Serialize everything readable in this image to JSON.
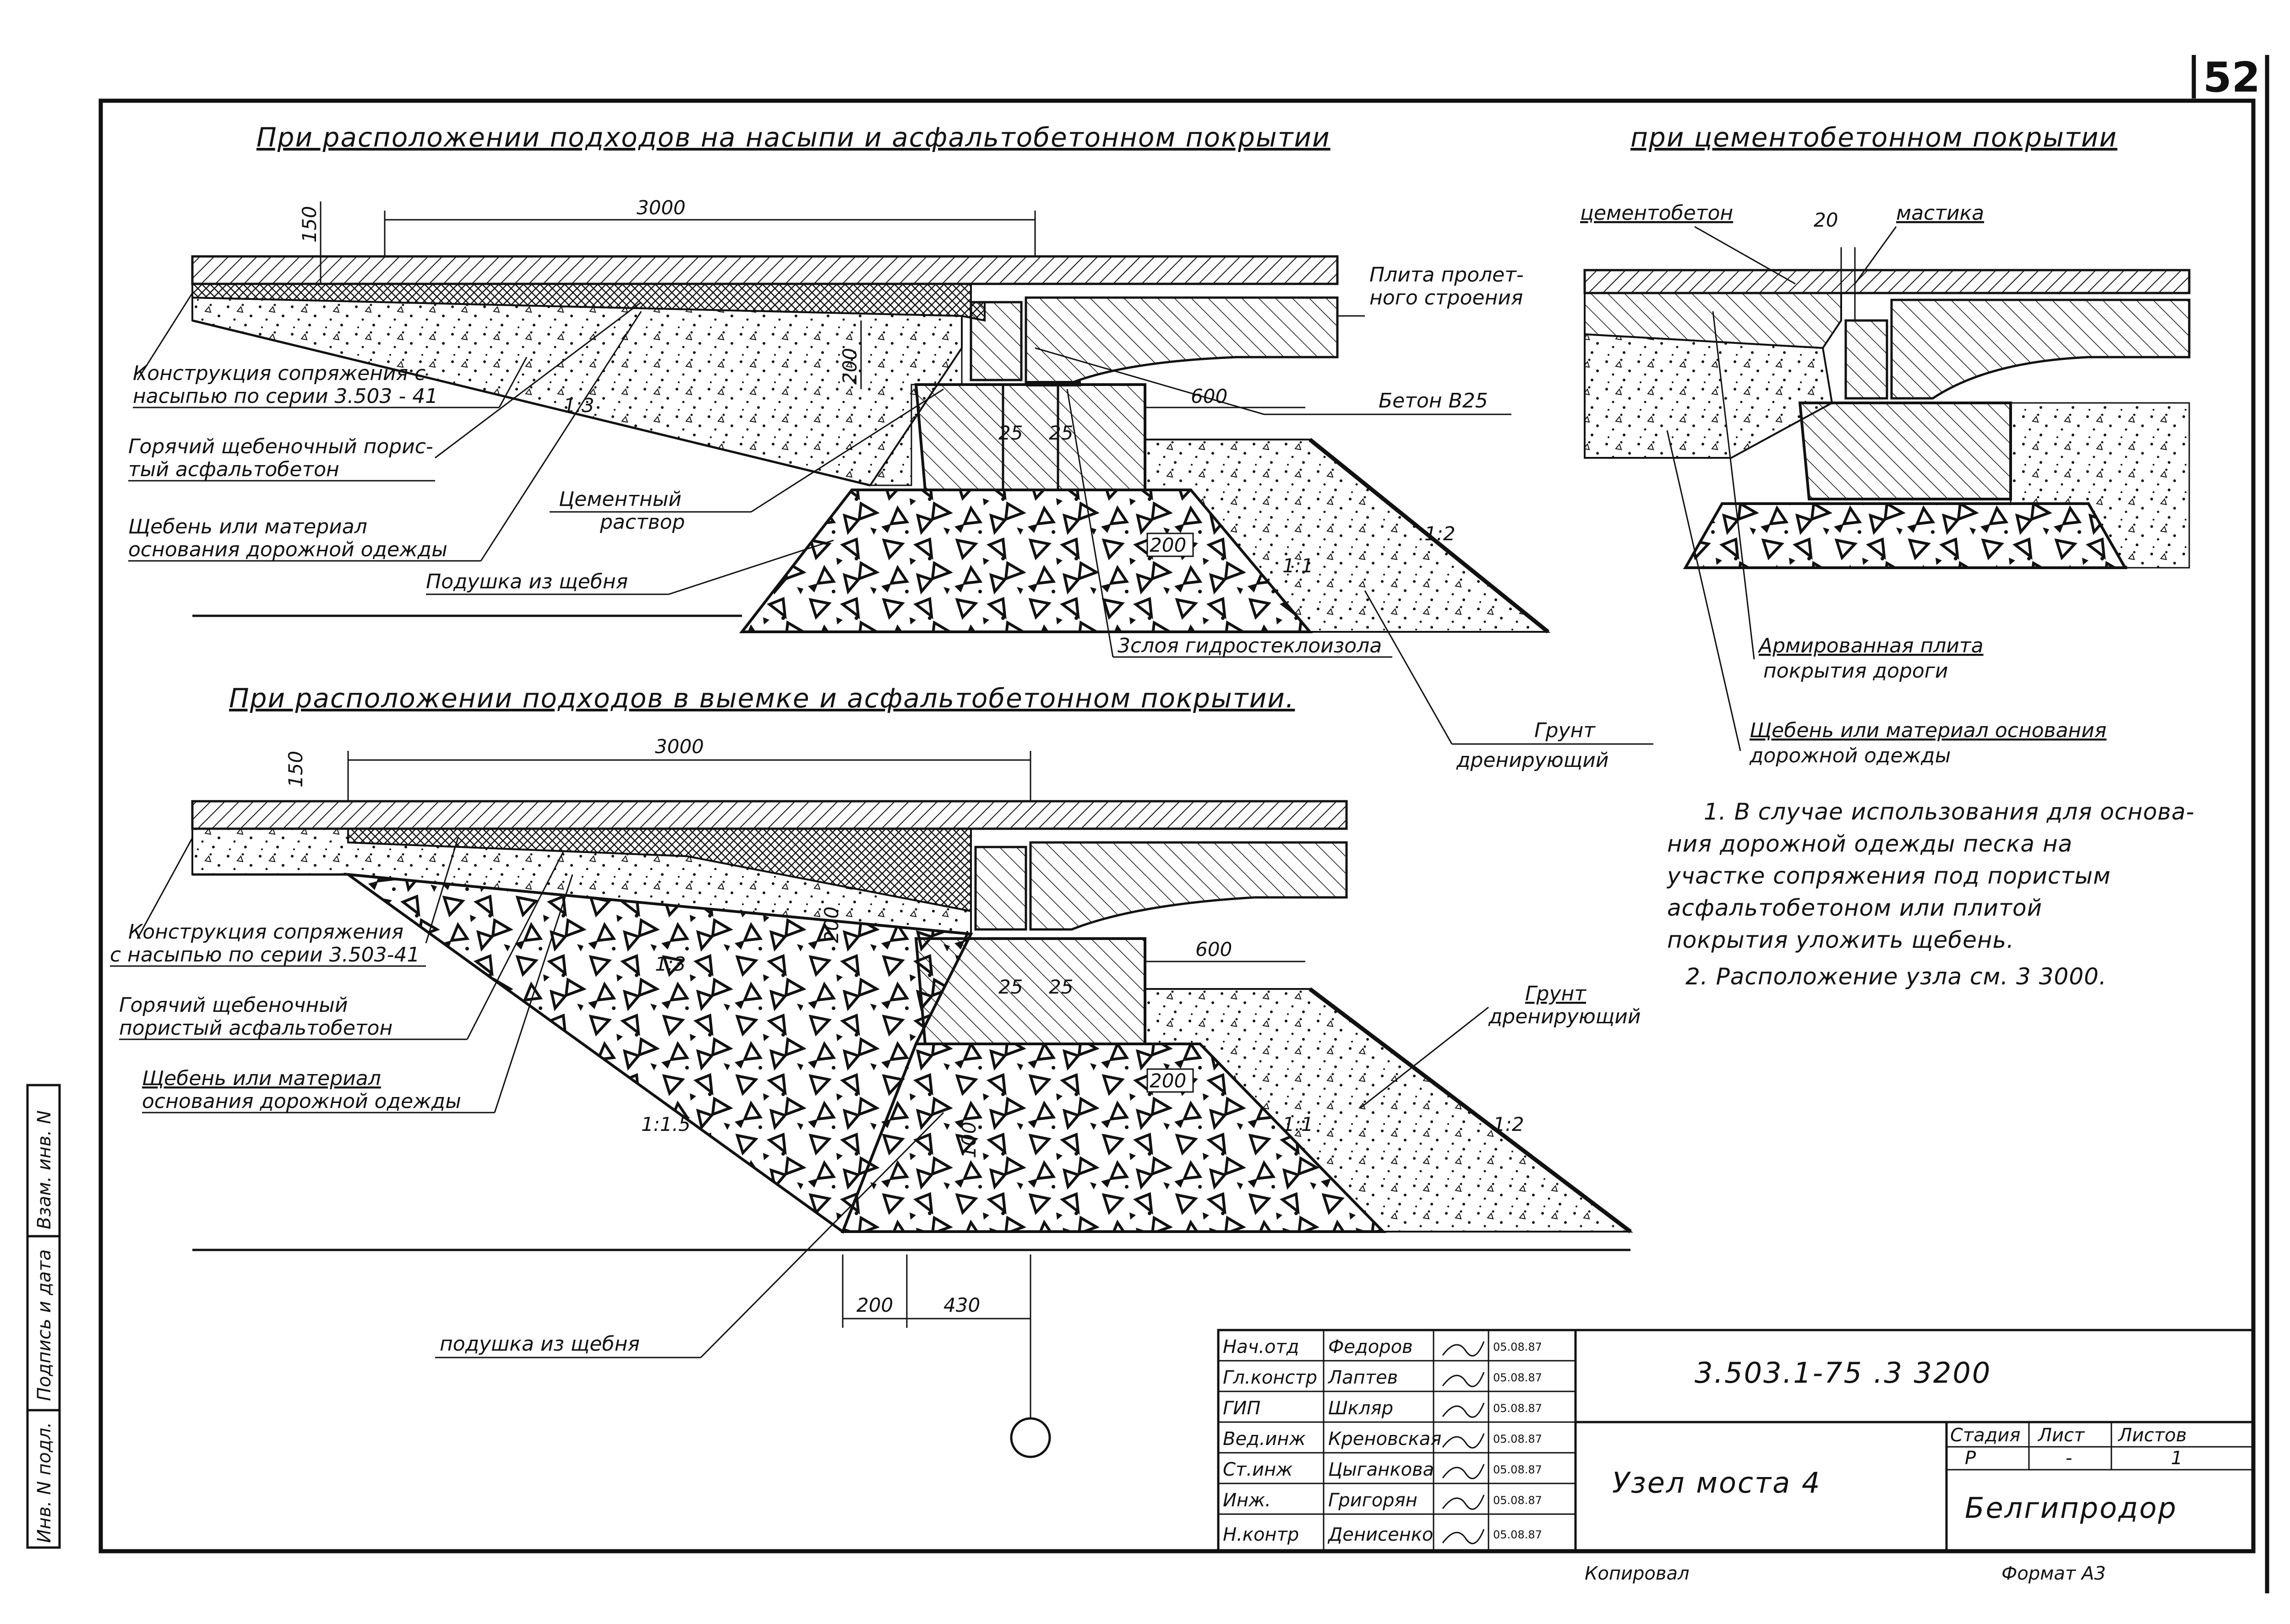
{
  "sheet_number": "52",
  "section_top_left": {
    "title": "При расположении подходов на насыпи и асфальтобетонном покрытии",
    "dims": {
      "d150": "150",
      "d3000": "3000",
      "d200": "200",
      "d600": "600",
      "d25a": "25",
      "d25b": "25",
      "d200b": "200"
    },
    "slopes": {
      "s13": "1:3",
      "s12": "1:2",
      "s11": "1:1"
    },
    "labels": {
      "konstr": [
        "Конструкция сопряжения с",
        "насыпью по серии 3.503 - 41"
      ],
      "goryachiy": [
        "Горячий щебеночный порис-",
        "тый асфальтобетон"
      ],
      "shcheben": [
        "Щебень или материал",
        "основания дорожной одежды"
      ],
      "podushka": "Подушка из щебня",
      "cement": [
        "Цементный",
        "раствор"
      ],
      "plita": [
        "Плита пролет-",
        "ного строения"
      ],
      "beton": "Бетон В25",
      "gidro": "3слоя гидростеклоизола",
      "grunt": [
        "Грунт",
        "дренирующий"
      ]
    }
  },
  "section_top_right": {
    "title": "при цементобетонном покрытии",
    "labels": {
      "cementobeton": "цементобетон",
      "d20": "20",
      "mastika": "мастика",
      "armir": [
        "Армированная плита",
        "покрытия дороги"
      ],
      "shcheben": [
        "Щебень или материал основания",
        "дорожной одежды"
      ]
    }
  },
  "section_bottom": {
    "title": "При расположении подходов в выемке и асфальтобетонном покрытии.",
    "dims": {
      "d150": "150",
      "d3000": "3000",
      "d200": "200",
      "d600": "600",
      "d25a": "25",
      "d25b": "25",
      "d200c": "200",
      "d100": "100",
      "d200b": "200",
      "d430": "430"
    },
    "slopes": {
      "s13": "1:3",
      "s115": "1:1.5",
      "s11": "1:1",
      "s12": "1:2"
    },
    "labels": {
      "konstr": [
        "Конструкция сопряжения",
        "с насыпью по серии 3.503-41"
      ],
      "goryachiy": [
        "Горячий щебеночный",
        "пористый асфальтобетон"
      ],
      "shcheben": [
        "Щебень или материал",
        "основания дорожной одежды"
      ],
      "grunt": [
        "Грунт",
        "дренирующий"
      ],
      "podushka": "подушка из щебня"
    }
  },
  "notes": [
    "1. В случае использования для основа-",
    "ния дорожной одежды песка на",
    "участке сопряжения под пористым",
    "асфальтобетоном или плитой",
    "покрытия уложить щебень.",
    "2. Расположение узла см. 3 3000."
  ],
  "side_stamp": [
    "Инв. N подл.",
    "Подпись и дата",
    "Взам. инв. N"
  ],
  "title_block": {
    "rows": [
      {
        "role": "Нач.отд",
        "name": "Федоров",
        "date": "05.08.87"
      },
      {
        "role": "Гл.констр",
        "name": "Лаптев",
        "date": "05.08.87"
      },
      {
        "role": "ГИП",
        "name": "Шкляр",
        "date": "05.08.87"
      },
      {
        "role": "Вед.инж",
        "name": "Креновская",
        "date": "05.08.87"
      },
      {
        "role": "Ст.инж",
        "name": "Цыганкова",
        "date": "05.08.87"
      },
      {
        "role": "Инж.",
        "name": "Григорян",
        "date": "05.08.87"
      },
      {
        "role": "Н.контр",
        "name": "Денисенко",
        "date": "05.08.87"
      }
    ],
    "doc_code": "3.503.1-75 .3 3200",
    "doc_title": "Узел моста 4",
    "stage_label": "Стадия",
    "sheet_label": "Лист",
    "sheets_label": "Листов",
    "stage": "Р",
    "sheet": "-",
    "sheets": "1",
    "org": "Белгипродор",
    "copied": "Копировал",
    "format": "Формат А3"
  },
  "colors": {
    "ink": "#111111",
    "paper": "#ffffff"
  }
}
